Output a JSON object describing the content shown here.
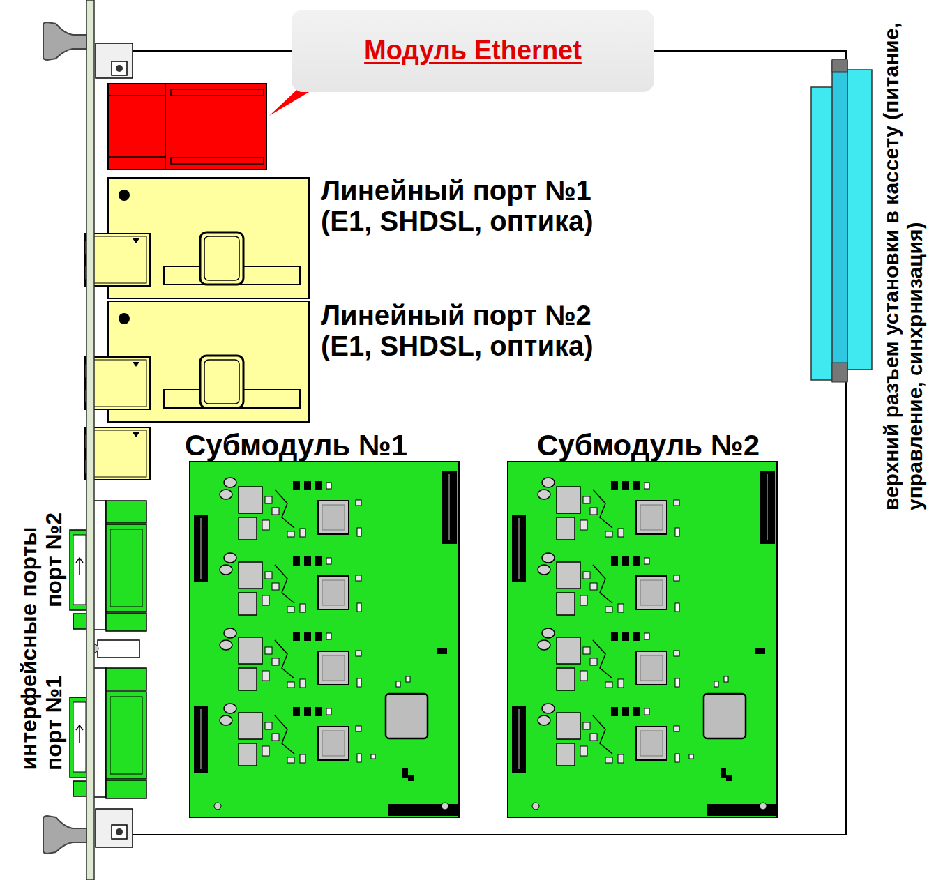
{
  "diagram": {
    "nodes": [
      {
        "text": [
          "Модуль Ethernet"
        ]
      },
      {
        "text": [
          "Линейный порт №1 (E1, SHDSL, оптика)"
        ]
      },
      {
        "text": [
          "Линейный порт №2 (E1, SHDSL, оптика)"
        ]
      },
      {
        "text": [
          "Субмодуль №1"
        ]
      },
      {
        "text": [
          "Субмодуль №2"
        ]
      }
    ],
    "labels": [
      "интерфейсные порты",
      "порт №2",
      "порт №1",
      "верхний разъем установки в кассету (питание, управление, синхрнизация)"
    ]
  }
}
